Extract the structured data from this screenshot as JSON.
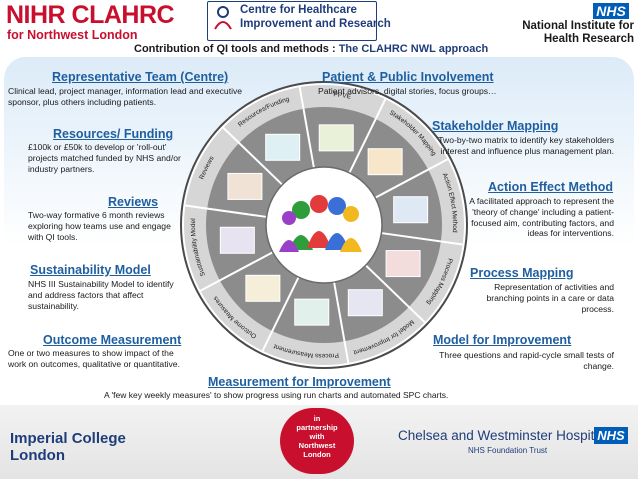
{
  "header": {
    "nihr_logo": "NIHR CLAHRC",
    "nihr_logo_sub": "for Northwest London",
    "centre_line1": "Centre for Healthcare",
    "centre_line2": "Improvement and Research",
    "nhs_badge": "NHS",
    "nihr_name_line1": "National Institute for",
    "nihr_name_line2": "Health Research",
    "subtitle_prefix": "Contribution of QI tools and methods : ",
    "subtitle_accent": "The CLAHRC NWL approach"
  },
  "sections": {
    "representative_team": {
      "title": "Representative Team (Centre)",
      "body": "Clinical lead, project manager, information lead and executive sponsor, plus others including patients."
    },
    "resources_funding": {
      "title": "Resources/ Funding",
      "body": "£100k or £50k to develop or 'roll-out' projects matched funded by NHS and/or industry partners."
    },
    "reviews": {
      "title": "Reviews",
      "body": "Two-way formative 6 month reviews exploring how teams use and engage with QI tools."
    },
    "sustainability_model": {
      "title": "Sustainability Model",
      "body": "NHS III Sustainability Model to identify and address factors that affect sustainability."
    },
    "outcome_measurement": {
      "title": "Outcome Measurement",
      "body": "One or two measures to show impact of the work on outcomes, qualitative or quantitative."
    },
    "patient_public": {
      "title": "Patient & Public Involvement",
      "body": "Patient advisors, digital stories, focus groups…"
    },
    "stakeholder_mapping": {
      "title": "Stakeholder Mapping",
      "body": "Two-by-two matrix to identify key stakeholders interest and influence plus management plan."
    },
    "action_effect": {
      "title": "Action Effect Method",
      "body": "A facilitated approach to represent the 'theory of change' including a patient-focused aim, contributing factors, and ideas for interventions."
    },
    "process_mapping": {
      "title": "Process Mapping",
      "body": "Representation of activities and branching points in a care or data process."
    },
    "model_improvement": {
      "title": "Model for Improvement",
      "body": "Three questions and rapid-cycle small tests of change."
    },
    "measurement_improvement": {
      "title": "Measurement for Improvement",
      "body": "A 'few key weekly measures' to show progress using run charts and automated SPC charts."
    }
  },
  "wheel": {
    "segments": [
      "PPVE",
      "Stakeholder Mapping",
      "Action Effect Method",
      "Process Mapping",
      "Model for Improvement",
      "Process Measurement",
      "Outcome Measures",
      "Sustainability Model",
      "Reviews",
      "Resources/Funding"
    ],
    "colors": {
      "ring_outer": "#d6d6d6",
      "ring_inner": "#8c8c8c",
      "center": "#ffffff"
    }
  },
  "footer": {
    "imperial_line1": "Imperial College",
    "imperial_line2": "London",
    "partner_lines": [
      "in",
      "partnership",
      "with",
      "Northwest",
      "London"
    ],
    "chelsea": "Chelsea and Westminster Hospital",
    "nhs_badge": "NHS",
    "trust": "NHS Foundation Trust"
  },
  "colors": {
    "brand_red": "#c8102e",
    "brand_blue": "#1f3d7a",
    "title_blue": "#1f5fa0",
    "nhs_blue": "#005eb8"
  }
}
